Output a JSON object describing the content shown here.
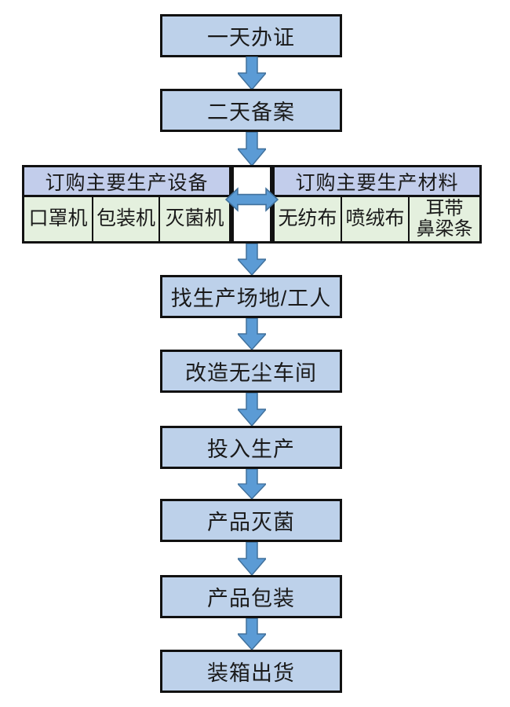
{
  "diagram": {
    "steps": [
      "一天办证",
      "二天备案",
      "找生产场地/工人",
      "改造无尘车间",
      "投入生产",
      "产品灭菌",
      "产品包装",
      "装箱出货"
    ],
    "equipment_table": {
      "header": "订购主要生产设备",
      "cells": [
        "口罩机",
        "包装机",
        "灭菌机"
      ]
    },
    "materials_table": {
      "header": "订购主要生产材料",
      "cells": [
        "无纺布",
        "喷绒布",
        "耳带\n鼻梁条"
      ]
    }
  },
  "colors": {
    "box_fill": "#bdd1ea",
    "header_fill": "#c2cdeb",
    "cell_fill": "#e4f0de",
    "arrow_fill": "#5b9bd5",
    "arrow_stroke": "#41719c",
    "border": "#111111"
  }
}
